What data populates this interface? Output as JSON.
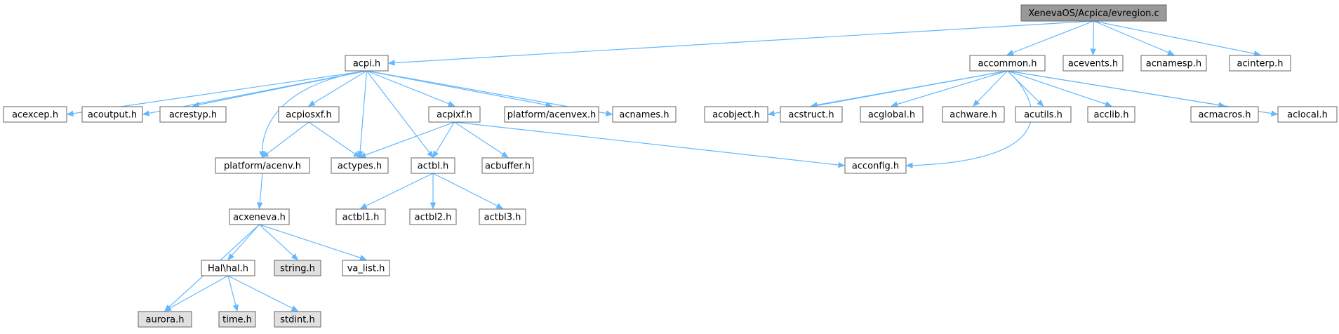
{
  "diagram": {
    "root": "root",
    "colors": {
      "edge": "#63b8ff",
      "node_fill": "#ffffff",
      "root_fill": "#999999",
      "system_fill": "#e0e0e0",
      "node_border": "#666666"
    },
    "nodes": [
      {
        "id": "root",
        "label": "XenevaOS/Acpica/evregion.c",
        "kind": "root"
      },
      {
        "id": "acpi",
        "label": "acpi.h",
        "kind": "file"
      },
      {
        "id": "accommon",
        "label": "accommon.h",
        "kind": "file"
      },
      {
        "id": "acevents",
        "label": "acevents.h",
        "kind": "file"
      },
      {
        "id": "acnamesp",
        "label": "acnamesp.h",
        "kind": "file"
      },
      {
        "id": "acinterp",
        "label": "acinterp.h",
        "kind": "file"
      },
      {
        "id": "acexcep",
        "label": "acexcep.h",
        "kind": "file"
      },
      {
        "id": "acoutput",
        "label": "acoutput.h",
        "kind": "file"
      },
      {
        "id": "acrestyp",
        "label": "acrestyp.h",
        "kind": "file"
      },
      {
        "id": "acpiosxf",
        "label": "acpiosxf.h",
        "kind": "file"
      },
      {
        "id": "acpixf",
        "label": "acpixf.h",
        "kind": "file"
      },
      {
        "id": "acenvex",
        "label": "platform/acenvex.h",
        "kind": "file"
      },
      {
        "id": "acnames",
        "label": "acnames.h",
        "kind": "file"
      },
      {
        "id": "acenv",
        "label": "platform/acenv.h",
        "kind": "file"
      },
      {
        "id": "actypes",
        "label": "actypes.h",
        "kind": "file"
      },
      {
        "id": "actbl",
        "label": "actbl.h",
        "kind": "file"
      },
      {
        "id": "acbuffer",
        "label": "acbuffer.h",
        "kind": "file"
      },
      {
        "id": "acconfig",
        "label": "acconfig.h",
        "kind": "file"
      },
      {
        "id": "acxeneva",
        "label": "acxeneva.h",
        "kind": "file"
      },
      {
        "id": "actbl1",
        "label": "actbl1.h",
        "kind": "file"
      },
      {
        "id": "actbl2",
        "label": "actbl2.h",
        "kind": "file"
      },
      {
        "id": "actbl3",
        "label": "actbl3.h",
        "kind": "file"
      },
      {
        "id": "halh",
        "label": "Hal\\hal.h",
        "kind": "file"
      },
      {
        "id": "stringh",
        "label": "string.h",
        "kind": "system"
      },
      {
        "id": "valist",
        "label": "va_list.h",
        "kind": "file"
      },
      {
        "id": "aurora",
        "label": "aurora.h",
        "kind": "system"
      },
      {
        "id": "timeh",
        "label": "time.h",
        "kind": "system"
      },
      {
        "id": "stdint",
        "label": "stdint.h",
        "kind": "system"
      },
      {
        "id": "acobject",
        "label": "acobject.h",
        "kind": "file"
      },
      {
        "id": "acstruct",
        "label": "acstruct.h",
        "kind": "file"
      },
      {
        "id": "acglobal",
        "label": "acglobal.h",
        "kind": "file"
      },
      {
        "id": "achware",
        "label": "achware.h",
        "kind": "file"
      },
      {
        "id": "acutils",
        "label": "acutils.h",
        "kind": "file"
      },
      {
        "id": "acclib",
        "label": "acclib.h",
        "kind": "file"
      },
      {
        "id": "acmacros",
        "label": "acmacros.h",
        "kind": "file"
      },
      {
        "id": "aclocal",
        "label": "aclocal.h",
        "kind": "file"
      }
    ],
    "edges": [
      [
        "root",
        "acpi"
      ],
      [
        "root",
        "accommon"
      ],
      [
        "root",
        "acevents"
      ],
      [
        "root",
        "acnamesp"
      ],
      [
        "root",
        "acinterp"
      ],
      [
        "acpi",
        "acexcep"
      ],
      [
        "acpi",
        "acoutput"
      ],
      [
        "acpi",
        "acrestyp"
      ],
      [
        "acpi",
        "acpiosxf"
      ],
      [
        "acpi",
        "acpixf"
      ],
      [
        "acpi",
        "acenvex"
      ],
      [
        "acpi",
        "acnames"
      ],
      [
        "acpi",
        "acenv"
      ],
      [
        "acpi",
        "actypes"
      ],
      [
        "acpi",
        "actbl"
      ],
      [
        "acpiosxf",
        "acenv"
      ],
      [
        "acpiosxf",
        "actypes"
      ],
      [
        "acpixf",
        "actypes"
      ],
      [
        "acpixf",
        "actbl"
      ],
      [
        "acpixf",
        "acbuffer"
      ],
      [
        "acpixf",
        "acconfig"
      ],
      [
        "acenv",
        "acxeneva"
      ],
      [
        "actbl",
        "actbl1"
      ],
      [
        "actbl",
        "actbl2"
      ],
      [
        "actbl",
        "actbl3"
      ],
      [
        "acxeneva",
        "aurora"
      ],
      [
        "acxeneva",
        "halh"
      ],
      [
        "acxeneva",
        "stringh"
      ],
      [
        "acxeneva",
        "valist"
      ],
      [
        "halh",
        "aurora"
      ],
      [
        "halh",
        "timeh"
      ],
      [
        "halh",
        "stdint"
      ],
      [
        "accommon",
        "acobject"
      ],
      [
        "accommon",
        "acstruct"
      ],
      [
        "accommon",
        "acglobal"
      ],
      [
        "accommon",
        "achware"
      ],
      [
        "accommon",
        "acutils"
      ],
      [
        "accommon",
        "acclib"
      ],
      [
        "accommon",
        "acmacros"
      ],
      [
        "accommon",
        "aclocal"
      ],
      [
        "accommon",
        "acconfig"
      ]
    ]
  }
}
